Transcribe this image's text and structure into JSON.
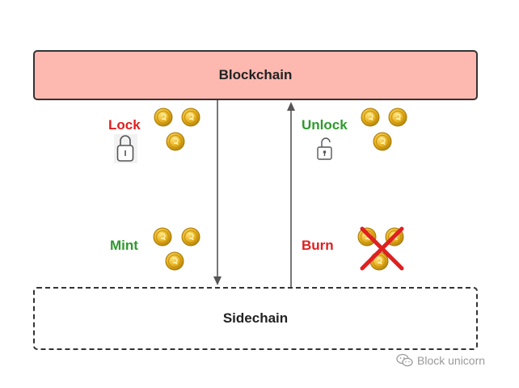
{
  "blockchain": {
    "label": "Blockchain",
    "fill": "#fdb8b0"
  },
  "sidechain": {
    "label": "Sidechain"
  },
  "actions": {
    "lock": {
      "label": "Lock",
      "color": "#e02020",
      "icon": "padlock-closed-icon"
    },
    "unlock": {
      "label": "Unlock",
      "color": "#2e9a2e",
      "icon": "padlock-open-icon"
    },
    "mint": {
      "label": "Mint",
      "color": "#2e9a2e",
      "icon": "coins-icon"
    },
    "burn": {
      "label": "Burn",
      "color": "#e02020",
      "icon": "crossed-coins-icon"
    }
  },
  "coin_colors": {
    "gold": "#e8b120",
    "edge": "#b8860b",
    "cross": "#e02020"
  },
  "watermark": {
    "text": "Block unicorn",
    "icon": "wechat-icon"
  }
}
